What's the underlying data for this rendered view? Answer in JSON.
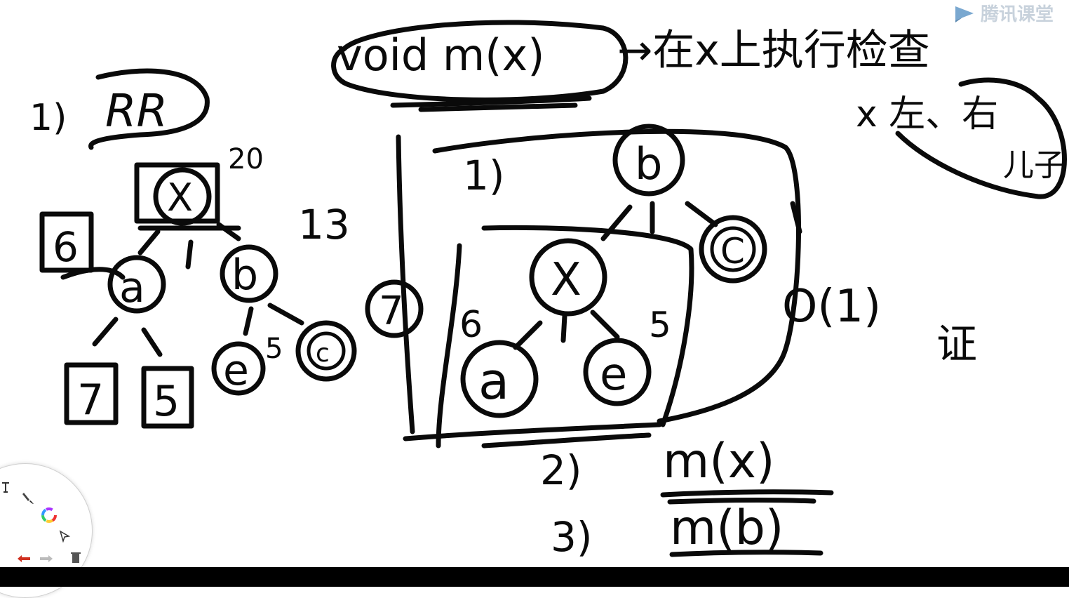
{
  "app": {
    "logo_text": "腾讯课堂",
    "logo_icon": "play-icon"
  },
  "board": {
    "left_example": {
      "step": "1)",
      "rotation": "RR",
      "node_x": "X",
      "label_20": "20",
      "label_13": "13",
      "node_a": "a",
      "node_b": "b",
      "node_e": "e",
      "node_c": "c",
      "label_6": "6",
      "label_5": "5",
      "leaf_7": "7",
      "leaf_5": "5"
    },
    "header": {
      "signature": "void m(x)",
      "arrow_note": "→在x上执行检查",
      "x_note": "x 左、右",
      "child_note": "儿子"
    },
    "center_diagram": {
      "step": "1)",
      "node_b": "b",
      "node_c": "C",
      "node_x": "X",
      "node_a": "a",
      "node_e": "e",
      "label_7": "7",
      "label_6": "6",
      "label_5": "5",
      "complexity": "O(1)"
    },
    "right_note": "证",
    "steps": {
      "step2_label": "2)",
      "step2_call": "m(x)",
      "step3_label": "3)",
      "step3_call": "m(b)"
    }
  },
  "tools": {
    "text_tool": "text-icon",
    "brush_tool": "brush-icon",
    "color_tool": "color-wheel-icon",
    "pointer_tool": "pointer-icon",
    "undo": "undo-icon",
    "redo": "redo-icon",
    "clear": "trash-icon"
  },
  "colors": {
    "ink": "#0a0a0a",
    "background": "#ffffff",
    "bottom_bar": "#000000",
    "undo": "#d03020"
  }
}
